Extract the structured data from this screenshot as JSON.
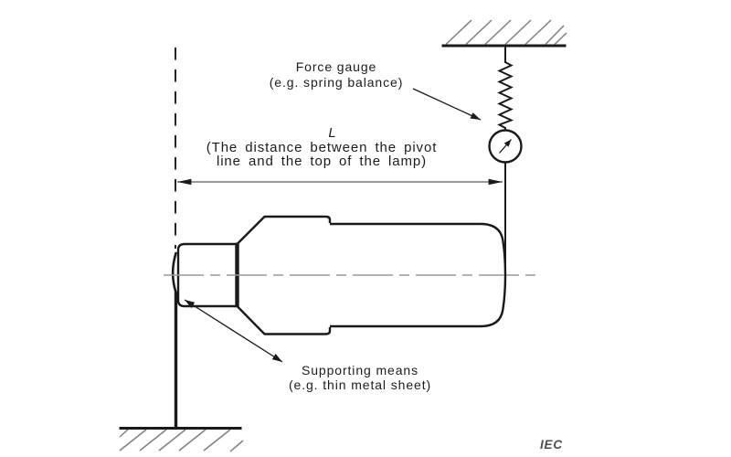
{
  "labels": {
    "force_gauge_line1": "Force gauge",
    "force_gauge_line2": "(e.g. spring balance)",
    "dim_symbol": "L",
    "dim_line1": "(The distance between the pivot",
    "dim_line2": "line and the top of the lamp)",
    "support_line1": "Supporting means",
    "support_line2": "(e.g. thin metal sheet)",
    "credit": "IEC"
  },
  "colors": {
    "bg": "#ffffff",
    "line": "#1a1a1a",
    "text": "#1c1c1c",
    "centerline": "#9a9a9a",
    "hatch": "#7f7f7f",
    "dimline": "#5a5a5a",
    "credit": "#4d4d4d"
  }
}
